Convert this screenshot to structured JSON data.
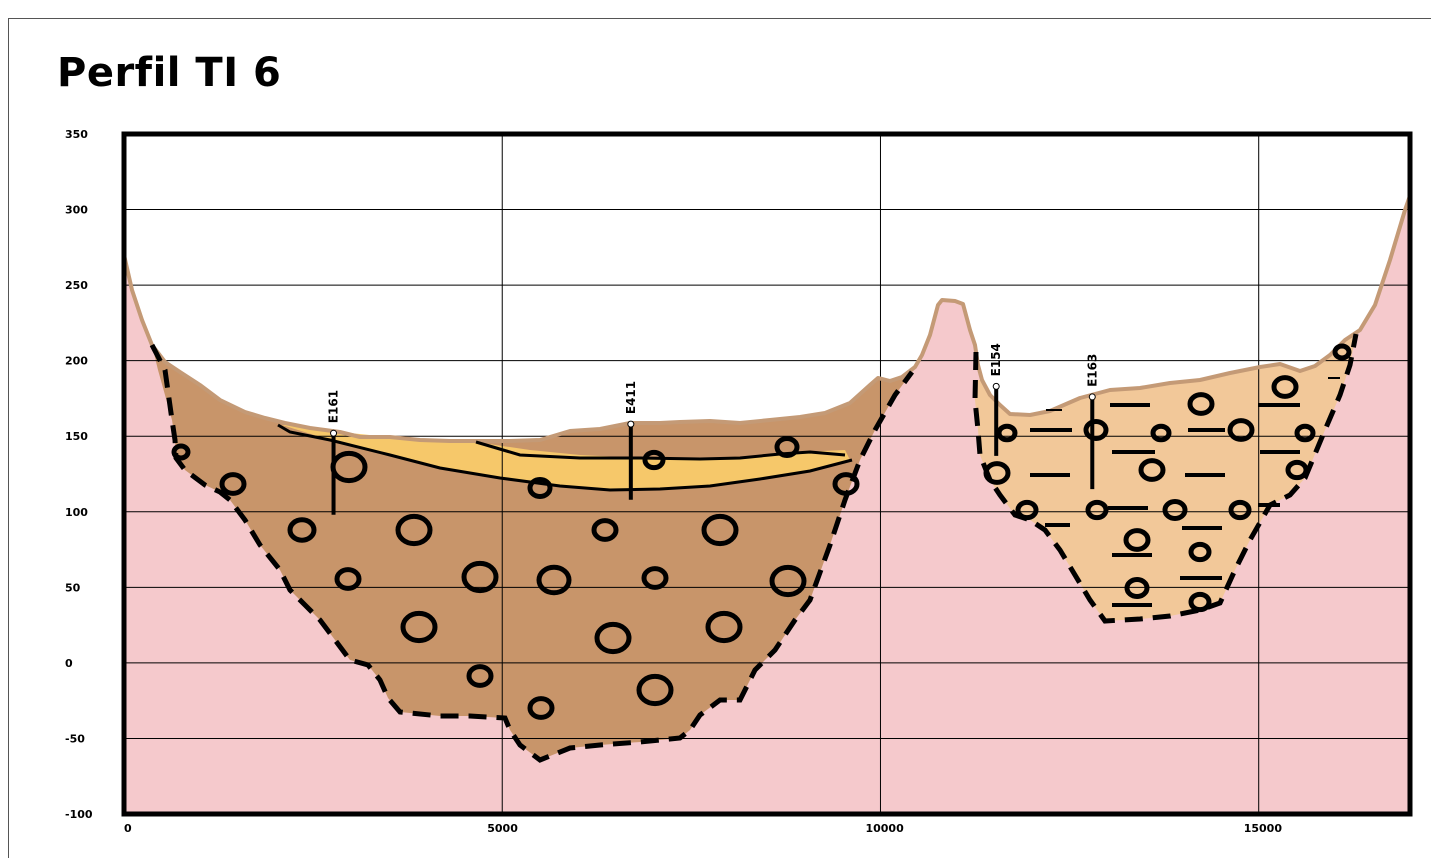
{
  "title": "Perfil TI 6",
  "colors": {
    "bedrock": "#f5c9cc",
    "unit_brown": "#c8956a",
    "unit_light": "#f2c899",
    "unit_yellow": "#f6c86a",
    "surface_line": "#c49a76",
    "grid": "#000000",
    "boundary": "#000000"
  },
  "icons": {
    "clast": "circle-clast-symbol",
    "lamination": "horizontal-dash-symbol",
    "well": "borehole-marker"
  },
  "chart_data": {
    "type": "diagram",
    "xlim": [
      0,
      17000
    ],
    "ylim": [
      -100,
      350
    ],
    "grid": true,
    "x_ticks": [
      0,
      5000,
      10000,
      15000
    ],
    "y_ticks": [
      350,
      300,
      250,
      200,
      150,
      100,
      50,
      0,
      -50,
      -100
    ],
    "x_tick_labels": [
      "0",
      "5000",
      "10000",
      "15000"
    ],
    "y_tick_labels": [
      "350",
      "300",
      "250",
      "200",
      "150",
      "100",
      "50",
      "0",
      "-50",
      "-100"
    ],
    "wells": [
      {
        "name": "E161",
        "x": 2770,
        "top": 152,
        "bottom": 98
      },
      {
        "name": "E411",
        "x": 6700,
        "top": 158,
        "bottom": 108
      },
      {
        "name": "E154",
        "x": 11530,
        "top": 183,
        "bottom": 137
      },
      {
        "name": "E163",
        "x": 12800,
        "top": 176,
        "bottom": 115
      }
    ]
  }
}
